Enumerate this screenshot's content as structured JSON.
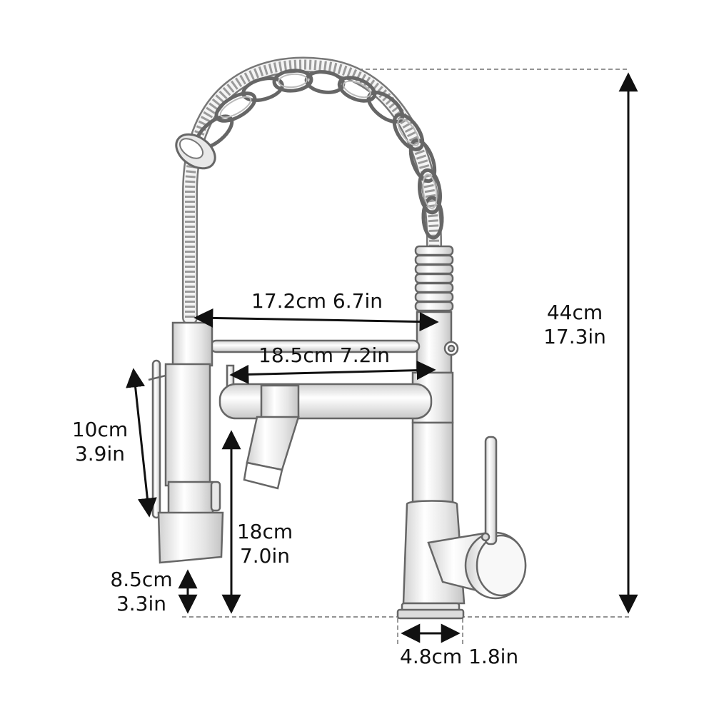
{
  "diagram": {
    "subject": "pull-down spring kitchen faucet",
    "dimensions": [
      {
        "id": "spray_arm_reach",
        "metric": "17.2cm",
        "imperial": "6.7in"
      },
      {
        "id": "spout_reach",
        "metric": "18.5cm",
        "imperial": "7.2in"
      },
      {
        "id": "total_height",
        "metric": "44cm",
        "imperial": "17.3in"
      },
      {
        "id": "sprayer_length",
        "metric": "10cm",
        "imperial": "3.9in"
      },
      {
        "id": "spout_clearance",
        "metric": "18cm",
        "imperial": "7.0in"
      },
      {
        "id": "sprayer_clearance",
        "metric": "8.5cm",
        "imperial": "3.3in"
      },
      {
        "id": "base_diameter",
        "metric": "4.8cm",
        "imperial": "1.8in"
      }
    ]
  },
  "colors": {
    "line": "#111111",
    "outline": "#666666",
    "fill": "#f2f2f2",
    "shade": "#d9d9d9"
  }
}
